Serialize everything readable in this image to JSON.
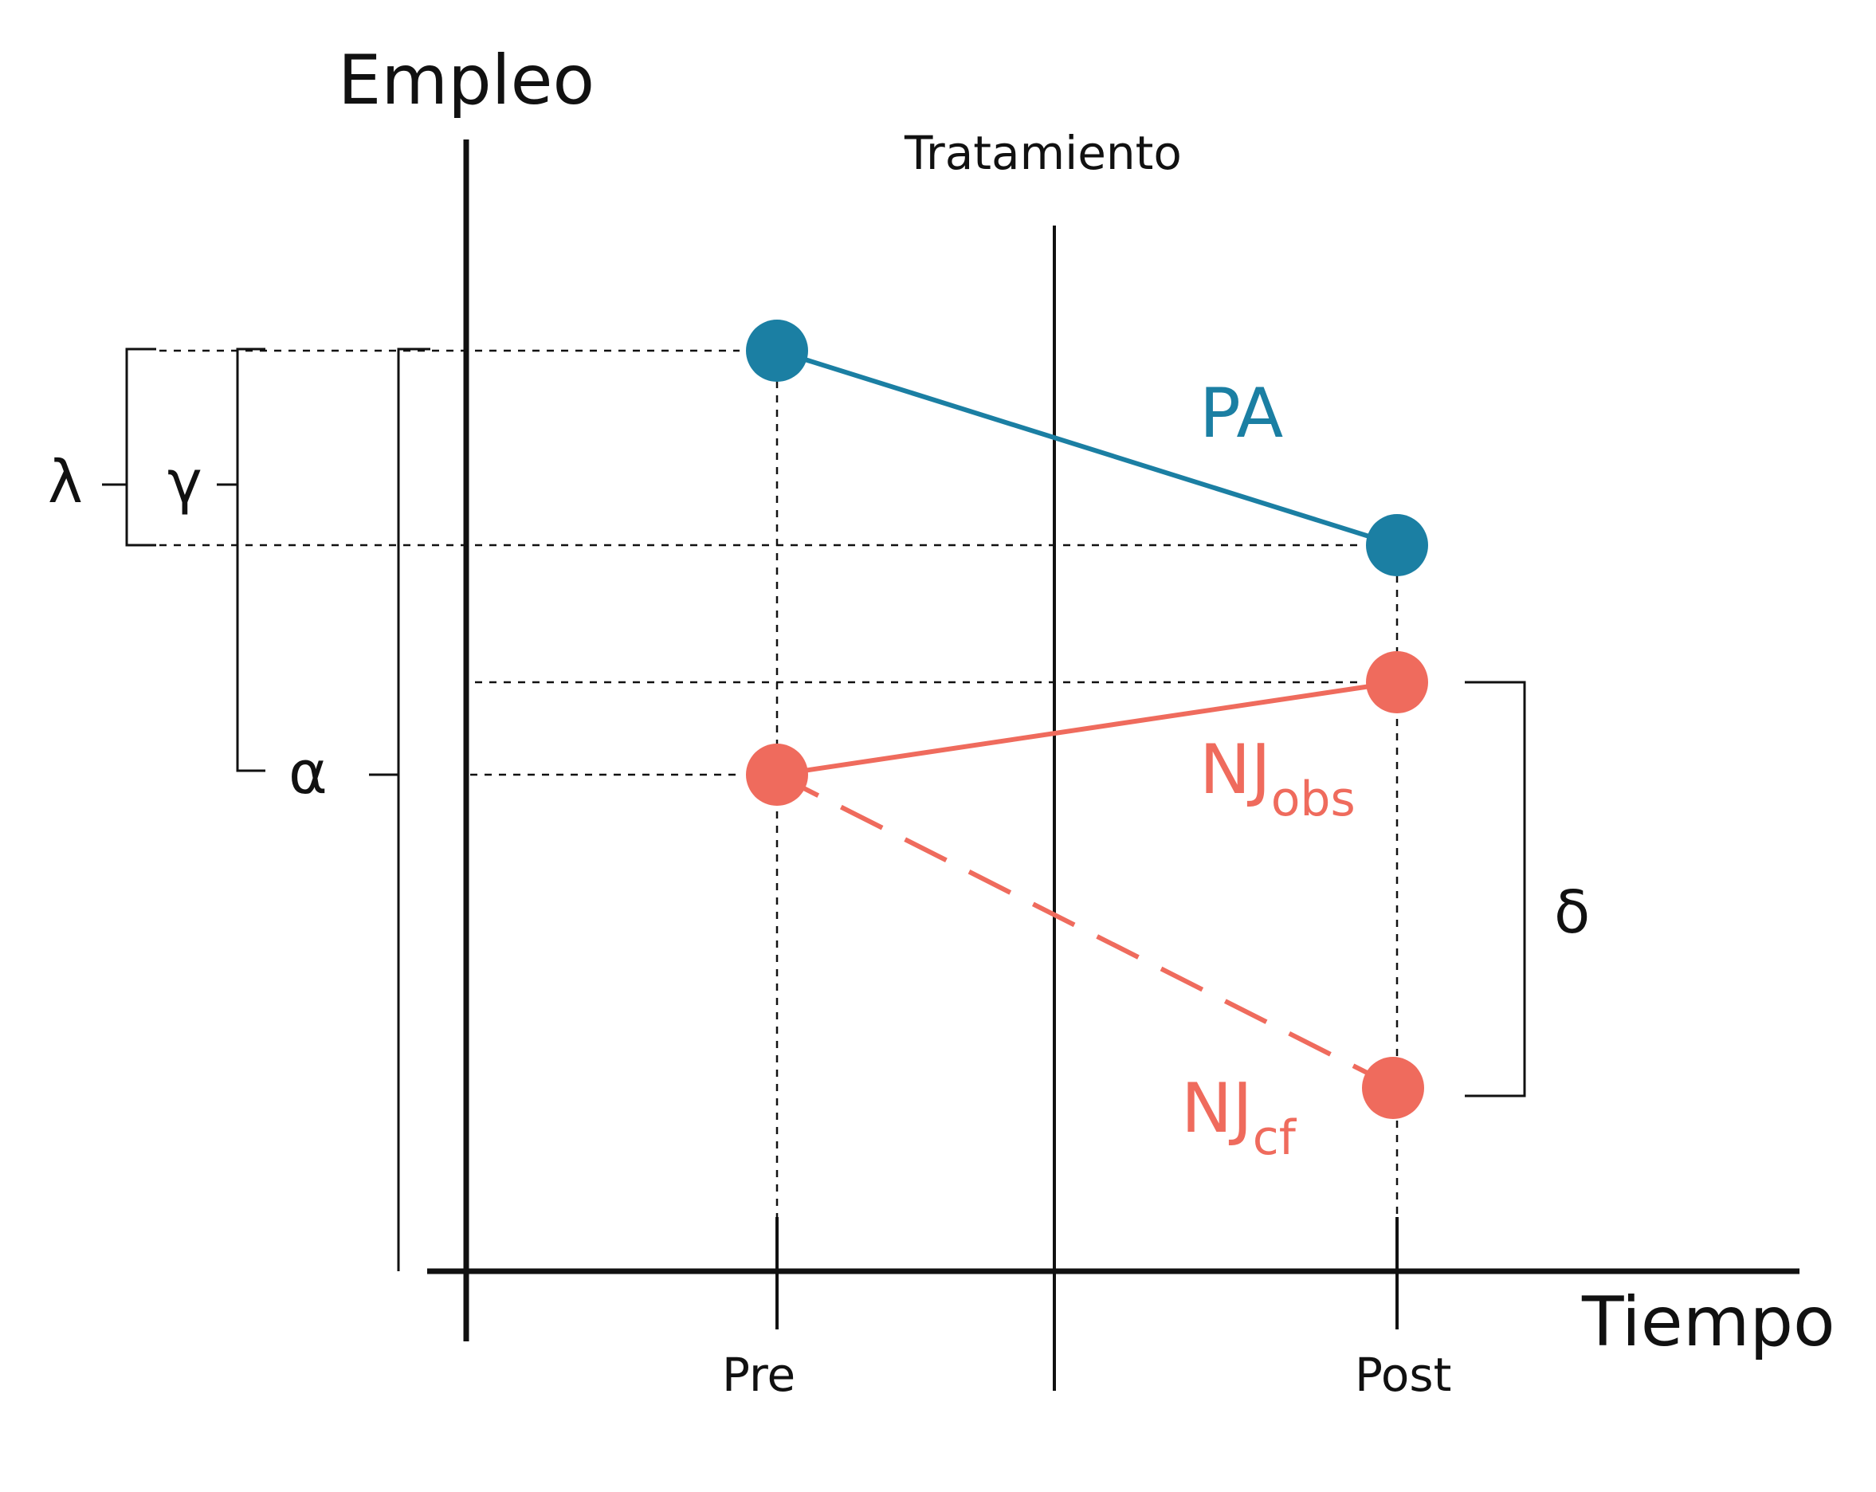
{
  "labels": {
    "y_axis": "Empleo",
    "x_axis": "Tiempo",
    "treatment": "Tratamiento",
    "pre": "Pre",
    "post": "Post",
    "lambda": "λ",
    "gamma": "γ",
    "alpha": "α",
    "delta": "δ"
  },
  "series": {
    "pa": {
      "name": "PA",
      "color": "#1b7fa3"
    },
    "nj_obs": {
      "name": "NJ",
      "sub": "obs",
      "color": "#ef6b5d"
    },
    "nj_cf": {
      "name": "NJ",
      "sub": "cf",
      "color": "#ef6b5d"
    }
  }
}
